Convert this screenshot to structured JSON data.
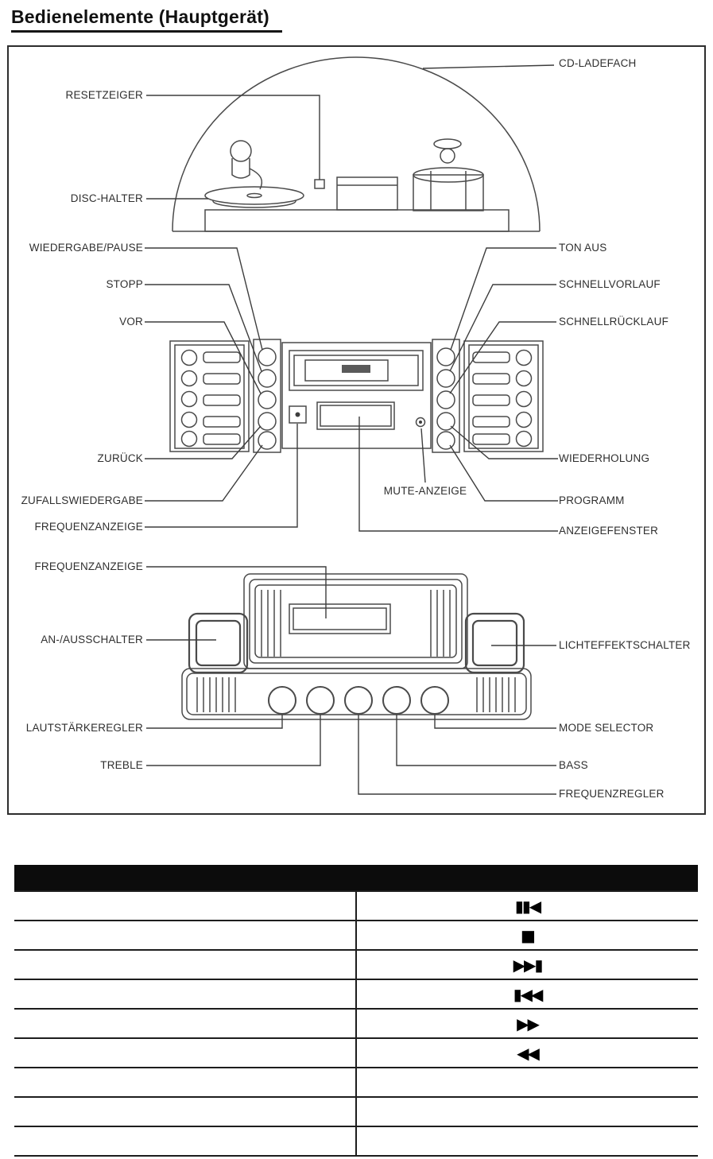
{
  "page": {
    "title": "Bedienelemente (Hauptgerät)"
  },
  "colors": {
    "ink": "#4a4a4a",
    "callout": "#3d3d3d",
    "table_line": "#1d1d1d",
    "table_header_fill": "#0c0c0c"
  },
  "diagram": {
    "labels": {
      "cd_ladefach": "CD-LADEFACH",
      "resetzeiger": "RESETZEIGER",
      "disc_halter": "DISC-HALTER",
      "wiedergabe_pause": "WIEDERGABE/PAUSE",
      "stopp": "STOPP",
      "vor": "VOR",
      "zurueck": "ZURÜCK",
      "zufallswiedergabe": "ZUFALLSWIEDERGABE",
      "frequenzanzeige_1": "FREQUENZANZEIGE",
      "frequenzanzeige_2": "FREQUENZANZEIGE",
      "an_ausschalter": "AN-/AUSSCHALTER",
      "lautstaerkeregler": "LAUTSTÄRKEREGLER",
      "treble": "TREBLE",
      "ton_aus": "TON AUS",
      "schnellvorlauf": "SCHNELLVORLAUF",
      "schnellruecklauf": "SCHNELLRÜCKLAUF",
      "wiederholung": "WIEDERHOLUNG",
      "programm": "PROGRAMM",
      "anzeigefenster": "ANZEIGEFENSTER",
      "lichteffektschalter": "LICHTEFFEKTSCHALTER",
      "mode_selector": "MODE SELECTOR",
      "bass": "BASS",
      "frequenzregler": "FREQUENZREGLER",
      "mute_anzeige": "MUTE-ANZEIGE"
    }
  },
  "table": {
    "header_label": "",
    "rows": [
      {
        "label": "",
        "symbol": "pause-icon",
        "glyph": "▮▮◀"
      },
      {
        "label": "",
        "symbol": "stop-icon",
        "glyph": "■"
      },
      {
        "label": "",
        "symbol": "next-track-icon",
        "glyph": "▶▶▮"
      },
      {
        "label": "",
        "symbol": "previous-track-icon",
        "glyph": "▮◀◀"
      },
      {
        "label": "",
        "symbol": "fast-forward-icon",
        "glyph": "▶▶"
      },
      {
        "label": "",
        "symbol": "rewind-icon",
        "glyph": "◀◀"
      },
      {
        "label": "",
        "symbol": "",
        "glyph": ""
      },
      {
        "label": "",
        "symbol": "",
        "glyph": ""
      },
      {
        "label": "",
        "symbol": "",
        "glyph": ""
      }
    ]
  }
}
